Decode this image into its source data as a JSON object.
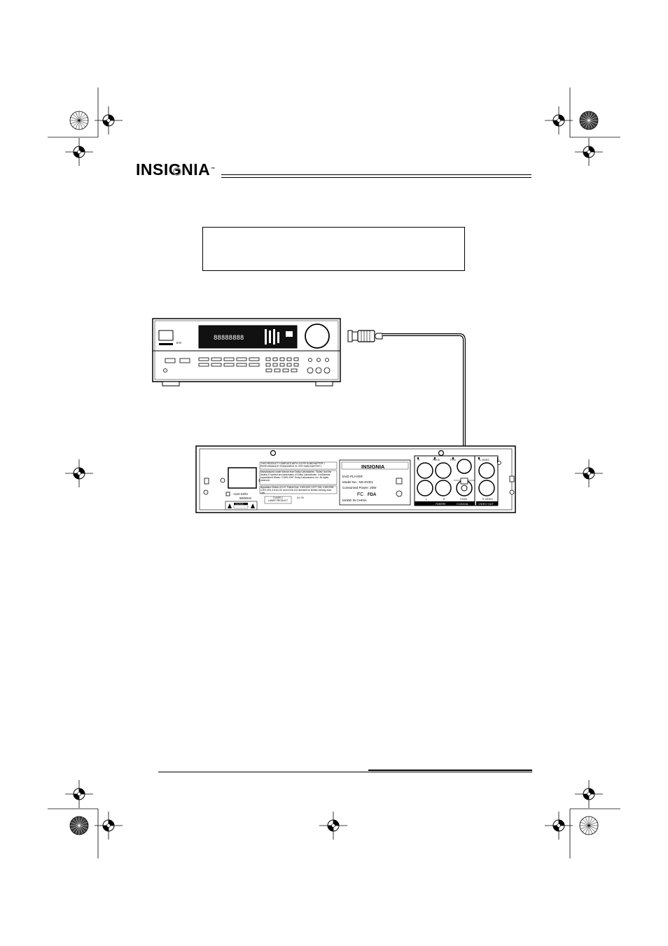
{
  "header": {
    "brand_name": "INSIGNIA",
    "trademark": "™"
  },
  "note_box": {
    "text": ""
  },
  "diagram": {
    "receiver": {
      "display_text": "88888888",
      "model_label": "8-8"
    },
    "dvd_player": {
      "compliance_text": "THIS PRODUCT COMPLIES WITH 21CFR SUBCHAPTER J PERFORMANCE STANDARDS 21 CFR SUBCHAPTER J",
      "dolby_text": "Manufactured under license from Dolby Laboratories. \"Dolby\" and the double-D symbol are trademarks of Dolby Laboratories. Confidential unpublished Works. ©1992-1997 Dolby Laboratories, Inc. All rights reserved.",
      "dts_text": "Apparatus Claims of U.S. Patent Nos. 4,631,603; 4,577,216; 4,819,098; 4,907,093; 6,516,132 and 5,915,132 licensed for limited viewing uses only.",
      "voltage_text": "~110-240V",
      "frequency_text": "50/60Hz",
      "warning_label": "CAUTION",
      "laser_text": "CLASS 1\nLASER PRODUCT",
      "laser_code": "DJ-76",
      "label_brand": "INSIGNIA",
      "label_title": "DVD PLAYER",
      "label_model": "Model No.: NS-DVD1",
      "label_power": "Consumed Power: 20W",
      "label_fc": "FC",
      "label_fda": "FDA",
      "label_origin": "MADE IN CHINA",
      "jack_top_labels": [
        "Y",
        "Pb/Cb",
        "Pr/Cr"
      ],
      "jack_bottom_labels": [
        "L",
        "R",
        "COAX"
      ],
      "section_audio": "AUDIO",
      "section_coaxial": "COAXIAL",
      "section_video": "VIDEO OUT",
      "svideo_label": "S-VIDEO",
      "video_label": "S-VIDEO"
    }
  },
  "colors": {
    "ink": "#000000",
    "paper": "#ffffff",
    "gray": "#555555"
  }
}
